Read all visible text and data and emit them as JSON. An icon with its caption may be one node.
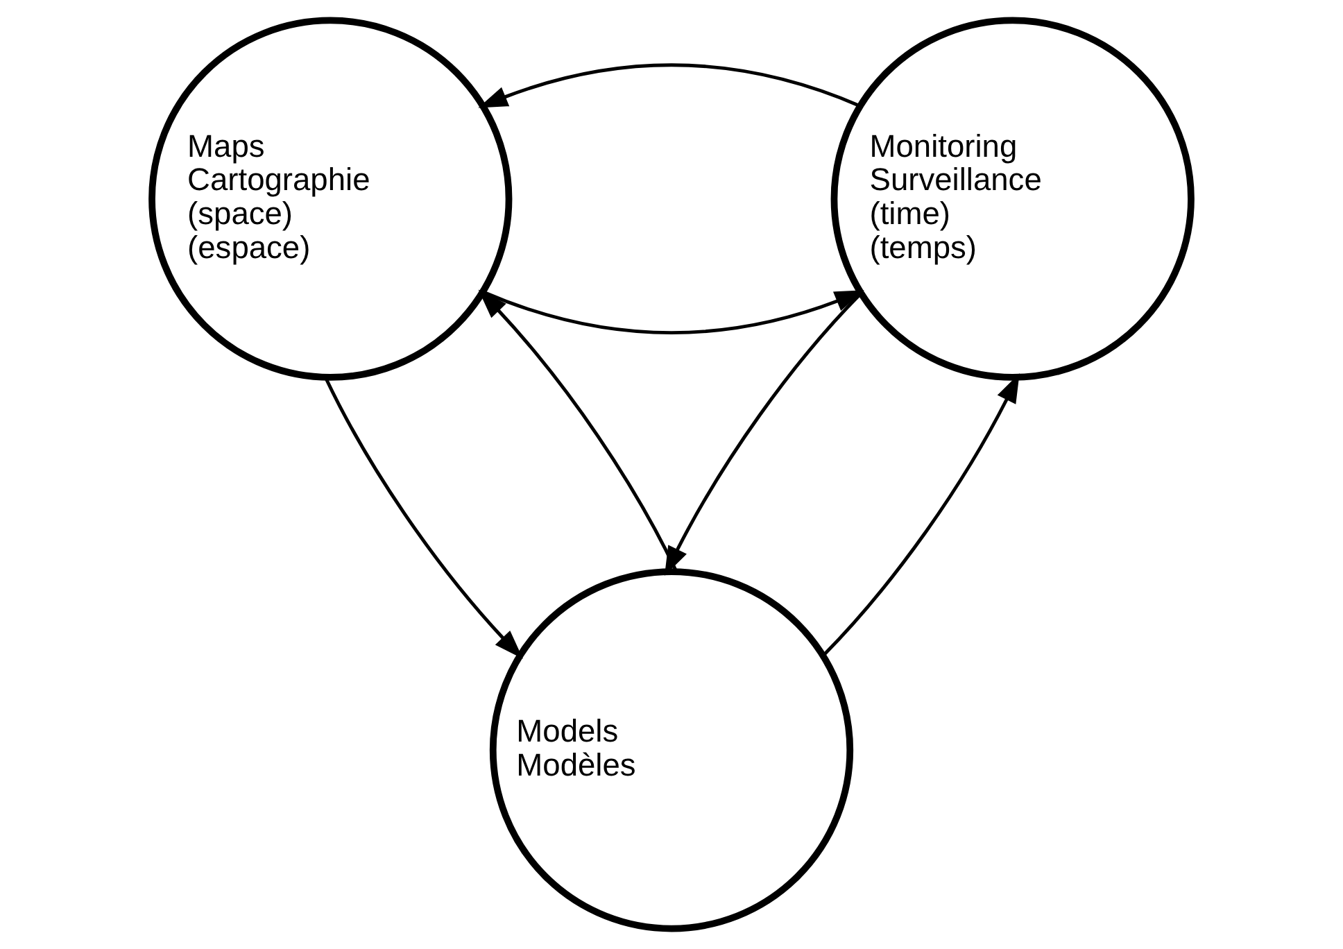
{
  "diagram": {
    "nodes": [
      {
        "text": [
          "Maps",
          "Cartographie",
          "(space)",
          "(espace)"
        ]
      },
      {
        "text": [
          "Monitoring",
          "Surveillance",
          "(time)",
          "(temps)"
        ]
      },
      {
        "text": [
          "Models",
          "Modèles"
        ]
      }
    ],
    "edges": [
      {
        "from": 0,
        "to": 1,
        "arrow": "to"
      },
      {
        "from": 1,
        "to": 0,
        "arrow": "to"
      },
      {
        "from": 0,
        "to": 2,
        "arrow": "to"
      },
      {
        "from": 2,
        "to": 0,
        "arrow": "to"
      },
      {
        "from": 2,
        "to": 1,
        "arrow": "to"
      },
      {
        "from": 1,
        "to": 2,
        "arrow": "to"
      }
    ]
  }
}
